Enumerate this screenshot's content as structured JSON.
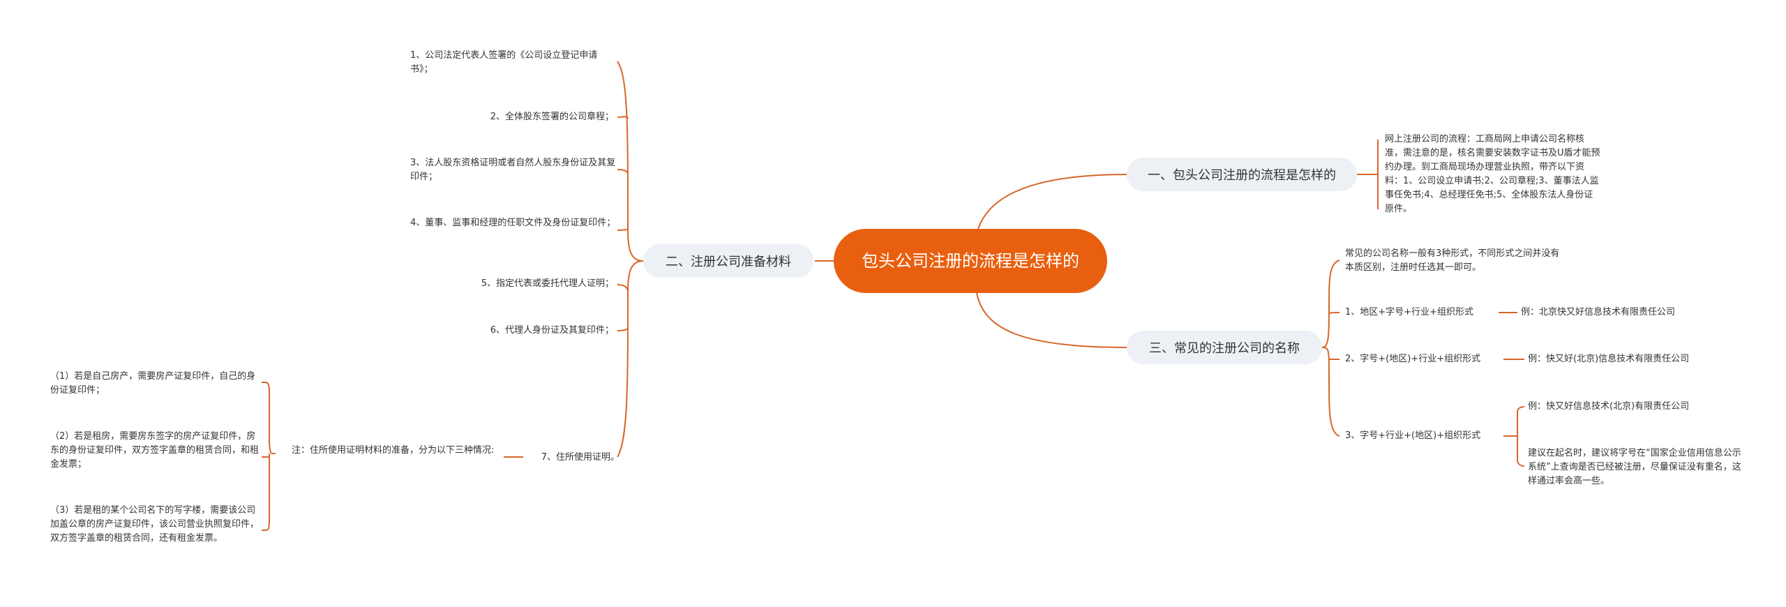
{
  "root": {
    "title": "包头公司注册的流程是怎样的"
  },
  "branch1": {
    "label": "一、包头公司注册的流程是怎样的",
    "detail": "网上注册公司的流程：工商局网上申请公司名称核准，需注意的是，核名需要安装数字证书及U盾才能预约办理。到工商局现场办理营业执照，带齐以下资料：1、公司设立申请书;2、公司章程;3、董事法人监事任免书;4、总经理任免书;5、全体股东法人身份证原件。"
  },
  "branch2": {
    "label": "二、注册公司准备材料",
    "items": [
      "1、公司法定代表人签署的《公司设立登记申请书》；",
      "2、全体股东签署的公司章程；",
      "3、法人股东资格证明或者自然人股东身份证及其复印件；",
      "4、董事、监事和经理的任职文件及身份证复印件；",
      "5、指定代表或委托代理人证明；",
      "6、代理人身份证及其复印件；",
      "7、住所使用证明。"
    ],
    "note": "注：住所使用证明材料的准备，分为以下三种情况:",
    "cases": [
      "（1）若是自己房产，需要房产证复印件，自己的身份证复印件；",
      "（2）若是租房，需要房东签字的房产证复印件，房东的身份证复印件，双方签字盖章的租赁合同，和租金发票；",
      "（3）若是租的某个公司名下的写字楼，需要该公司加盖公章的房产证复印件，该公司营业执照复印件，双方签字盖章的租赁合同，还有租金发票。"
    ]
  },
  "branch3": {
    "label": "三、常见的注册公司的名称",
    "intro": "常见的公司名称一般有3种形式，不同形式之间并没有本质区别，注册时任选其一即可。",
    "forms": [
      {
        "label": "1、地区+字号+行业+组织形式",
        "example": "例：北京快又好信息技术有限责任公司"
      },
      {
        "label": "2、字号+(地区)+行业+组织形式",
        "example": "例：快又好(北京)信息技术有限责任公司"
      },
      {
        "label": "3、字号+行业+(地区)+组织形式",
        "example": "例：快又好信息技术(北京)有限责任公司"
      }
    ],
    "tip": "建议在起名时，建议将字号在“国家企业信用信息公示系统”上查询是否已经被注册，尽量保证没有重名，这样通过率会高一些。"
  },
  "colors": {
    "accent": "#e8600f",
    "branch_bg": "#edf0f4",
    "line": "#d8662a"
  }
}
